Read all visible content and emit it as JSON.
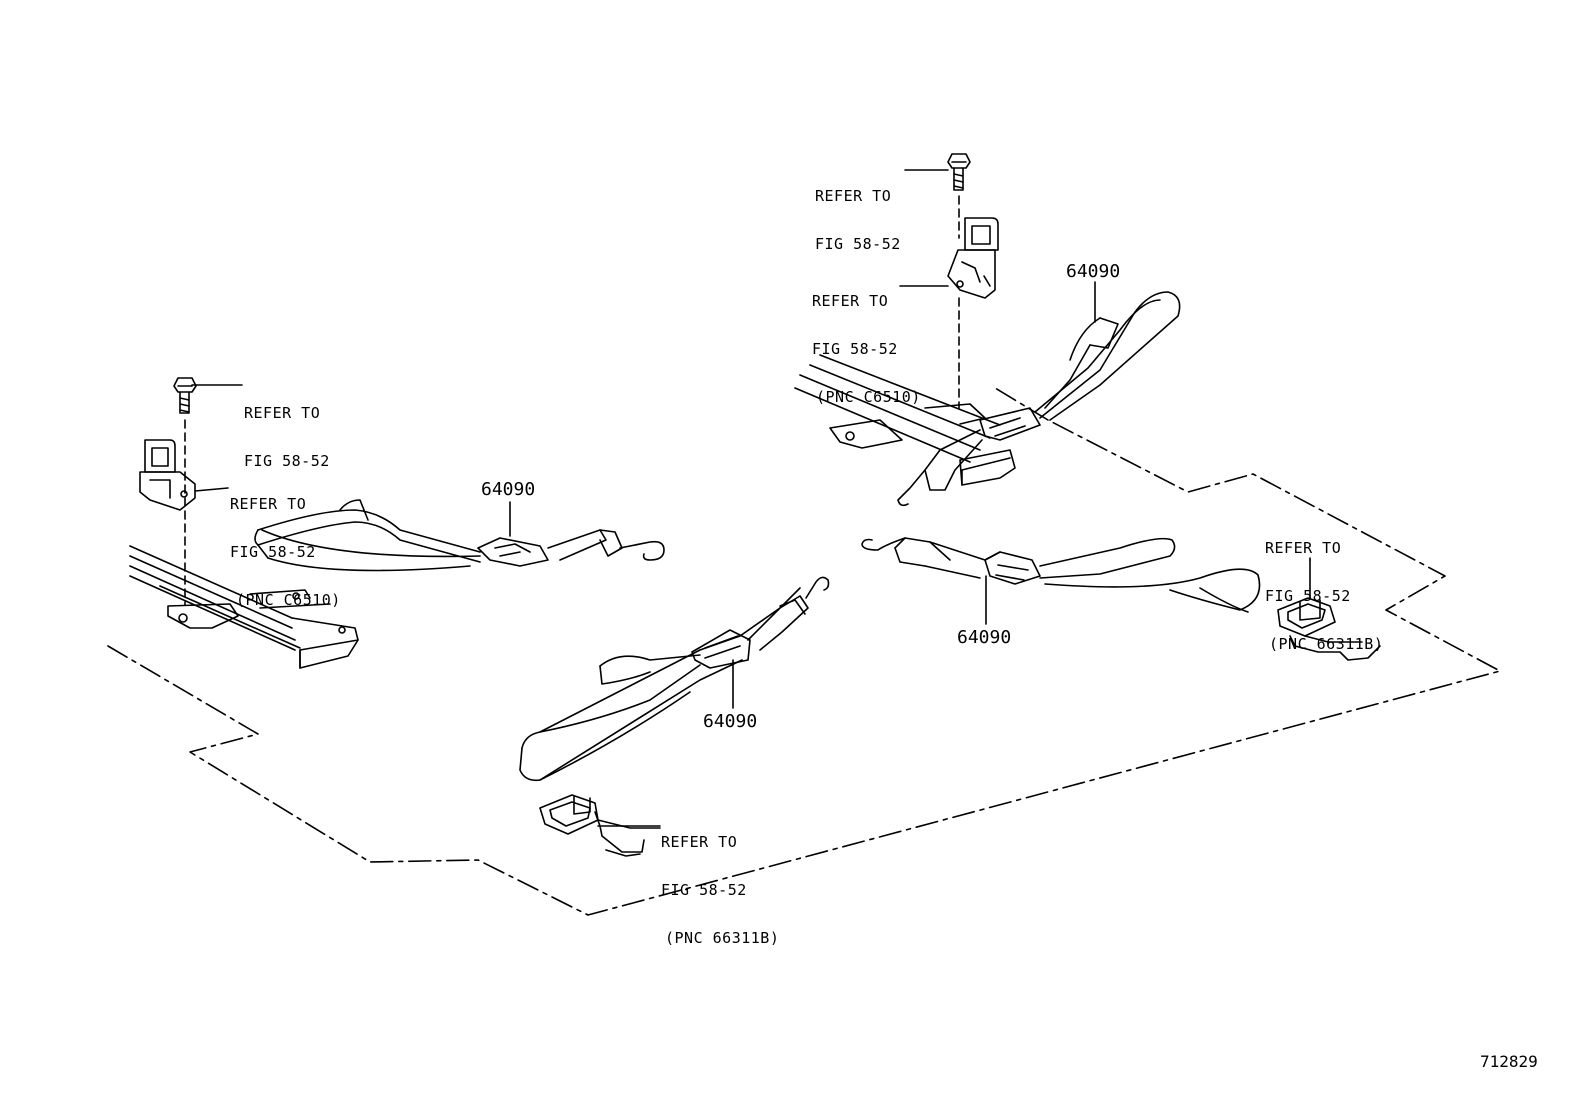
{
  "colors": {
    "line": "#000000",
    "background": "#ffffff"
  },
  "callouts": {
    "left_bolt": {
      "line1": "REFER TO",
      "line2": "FIG 58-52"
    },
    "left_bracket": {
      "line1": "REFER TO",
      "line2": "FIG 58-52",
      "line3": "(PNC C6510)"
    },
    "top_bolt": {
      "line1": "REFER TO",
      "line2": "FIG 58-52"
    },
    "top_bracket": {
      "line1": "REFER TO",
      "line2": "FIG 58-52",
      "line3": "(PNC C6510)"
    },
    "right_hook": {
      "line1": "REFER TO",
      "line2": "FIG 58-52",
      "line3": "(PNC 66311B)"
    },
    "bottom_hook": {
      "line1": "REFER TO",
      "line2": "FIG 58-52",
      "line3": "(PNC 66311B)"
    }
  },
  "part_numbers": {
    "belt_left": "64090",
    "belt_top_right": "64090",
    "belt_center": "64090",
    "belt_right": "64090"
  },
  "illustration_number": "712829"
}
